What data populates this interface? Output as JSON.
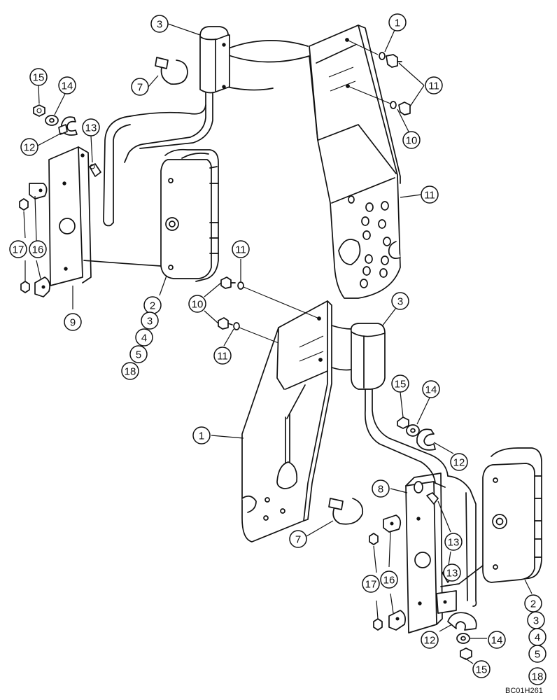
{
  "callouts": [
    {
      "number": "3"
    },
    {
      "number": "7"
    },
    {
      "number": "15"
    },
    {
      "number": "14"
    },
    {
      "number": "12"
    },
    {
      "number": "13"
    },
    {
      "number": "17"
    },
    {
      "number": "16"
    },
    {
      "number": "9"
    },
    {
      "number": "2"
    },
    {
      "number": "3"
    },
    {
      "number": "4"
    },
    {
      "number": "5"
    },
    {
      "number": "18"
    },
    {
      "number": "11"
    },
    {
      "number": "10"
    },
    {
      "number": "11"
    },
    {
      "number": "1"
    },
    {
      "number": "11"
    },
    {
      "number": "10"
    },
    {
      "number": "11"
    },
    {
      "number": "3"
    },
    {
      "number": "1"
    },
    {
      "number": "15"
    },
    {
      "number": "14"
    },
    {
      "number": "12"
    },
    {
      "number": "8"
    },
    {
      "number": "13"
    },
    {
      "number": "7"
    },
    {
      "number": "17"
    },
    {
      "number": "16"
    },
    {
      "number": "13"
    },
    {
      "number": "12"
    },
    {
      "number": "14"
    },
    {
      "number": "15"
    },
    {
      "number": "2"
    },
    {
      "number": "3"
    },
    {
      "number": "4"
    },
    {
      "number": "5"
    },
    {
      "number": "18"
    }
  ],
  "drawing_reference": "BC01H261"
}
